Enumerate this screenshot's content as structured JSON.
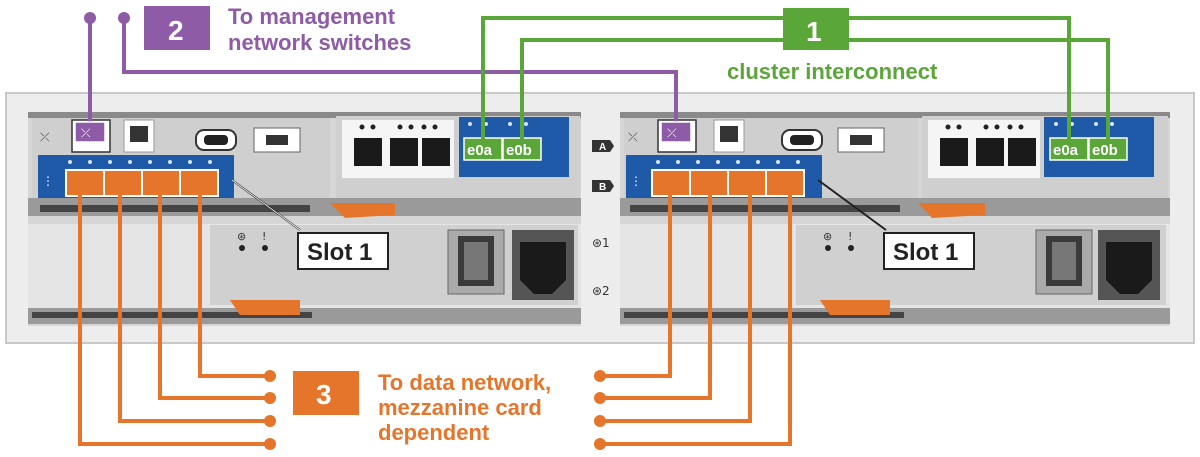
{
  "callouts": {
    "management": {
      "number": "2",
      "line1": "To management",
      "line2": "network switches"
    },
    "cluster": {
      "number": "1",
      "text": "cluster interconnect"
    },
    "data": {
      "number": "3",
      "line1": "To data network,",
      "line2": "mezzanine card",
      "line3": "dependent"
    }
  },
  "controllers": [
    {
      "slot_label": "Slot 1",
      "port_a": "e0a",
      "port_b": "e0b"
    },
    {
      "slot_label": "Slot 1",
      "port_a": "e0a",
      "port_b": "e0b"
    }
  ],
  "bay_labels": [
    "A",
    "B"
  ],
  "colors": {
    "management": "#8e5ba6",
    "cluster": "#5aa638",
    "data": "#e5752a",
    "mezzanine_card": "#1e5aa8"
  }
}
